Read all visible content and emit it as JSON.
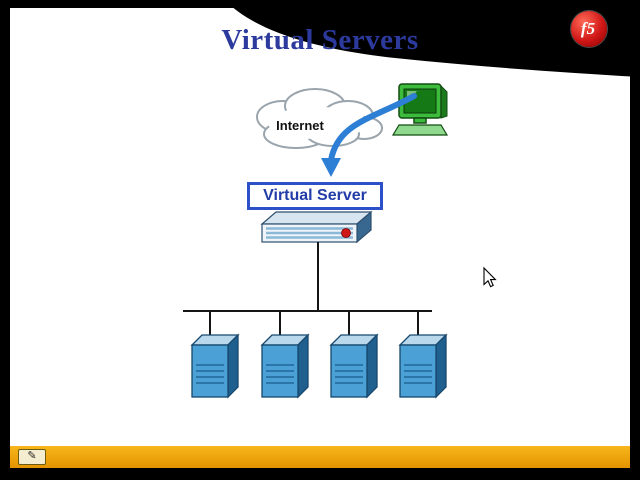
{
  "slide": {
    "title": "Virtual Servers",
    "logo": "f5",
    "diagram": {
      "internet_label": "Internet",
      "virtual_server_label": "Virtual Server",
      "backend_server_count": 4
    }
  },
  "toolbar": {
    "pen_glyph": "✎"
  },
  "colors": {
    "title_blue": "#2c3a9e",
    "logo_red": "#d01717",
    "cloud_stroke": "#9aa4ac",
    "arrow_blue": "#2d7fd6",
    "box_border": "#2b50c8",
    "box_text": "#233da8",
    "monitor_green": "#3dbb3d",
    "screen_green": "#157a15",
    "keyboard_green": "#8fd98f",
    "server_front": "#4ba0d6",
    "server_side": "#1f608f",
    "server_top": "#b9d8ec",
    "server_line": "#2a76a8",
    "bar_top": "#f8b61c",
    "bar_bottom": "#e49400"
  }
}
